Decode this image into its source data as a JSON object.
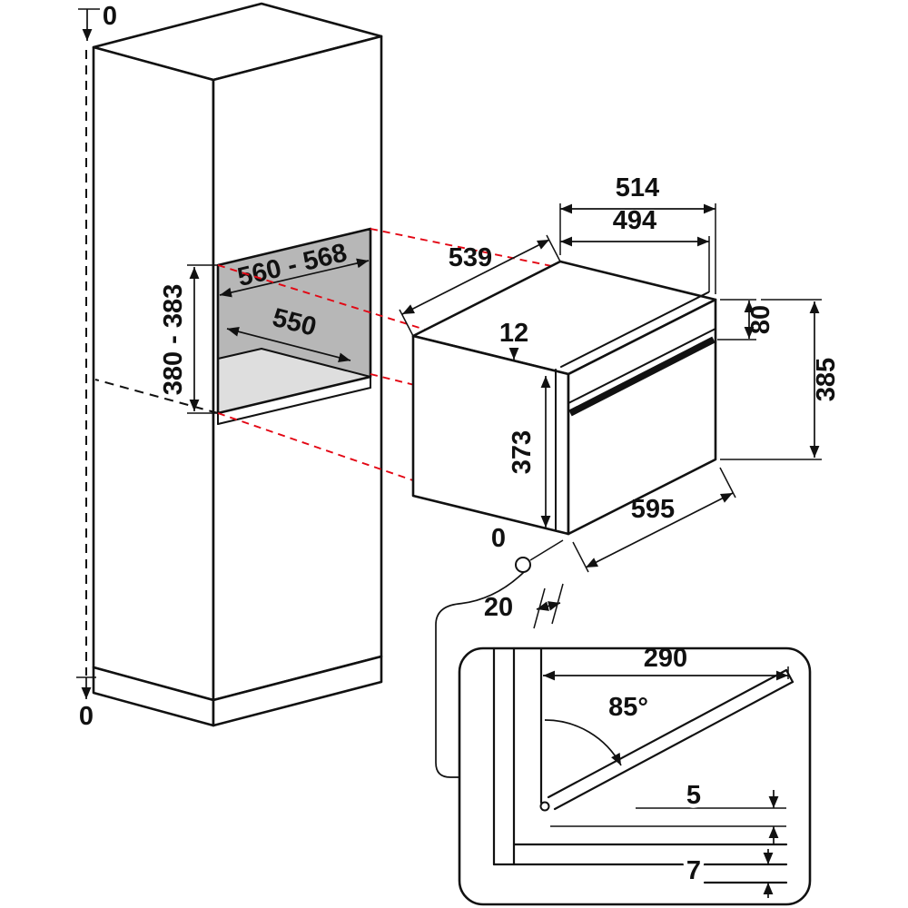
{
  "colors": {
    "projection": "#e30613",
    "niche_back": "#b7b7b7",
    "niche_floor": "#dedede"
  },
  "cabinet": {
    "top_clearance": "0",
    "bottom_clearance": "0",
    "niche_width": "560 - 568",
    "niche_depth": "550",
    "niche_height": "380 - 383"
  },
  "appliance": {
    "body_width": "539",
    "depth_overall": "514",
    "depth_body": "494",
    "fascia_step": "12",
    "body_height": "373",
    "panel_height": "80",
    "overall_height": "385",
    "front_width": "595",
    "flush_marker": "0",
    "door_offset": "20"
  },
  "detail": {
    "door_depth": "290",
    "opening_angle": "85°",
    "door_clearance": "5",
    "lip_clearance": "7"
  }
}
